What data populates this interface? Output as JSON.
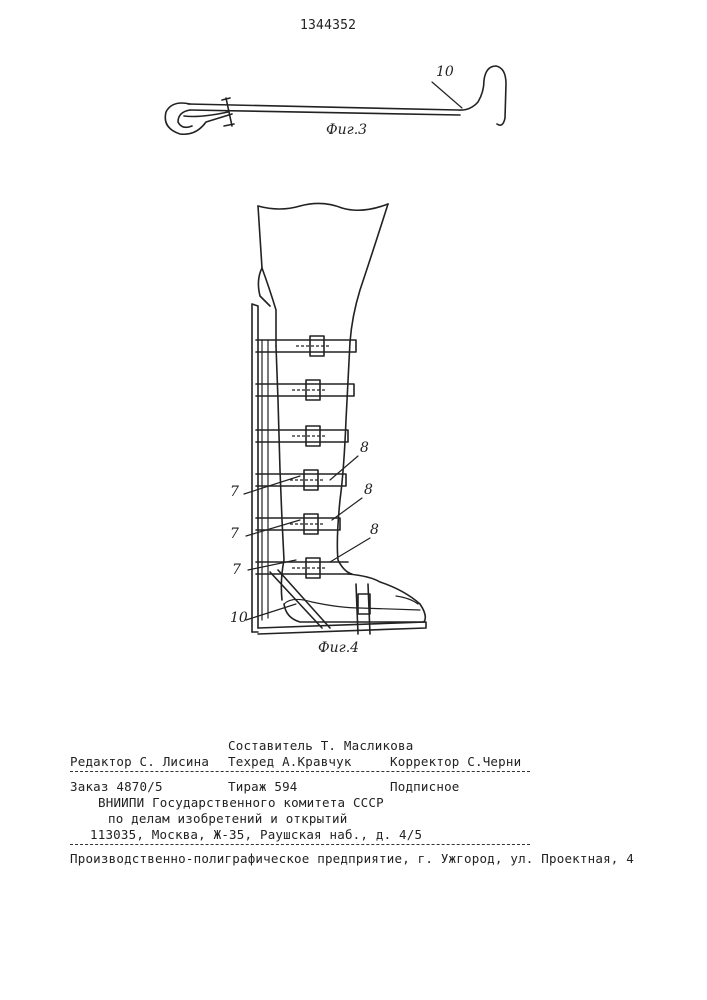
{
  "patent_number": "1344352",
  "figures": {
    "fig3": {
      "caption": "Фиг.3",
      "label_10": "10"
    },
    "fig4": {
      "caption": "Фиг.4",
      "label_8a": "8",
      "label_8b": "8",
      "label_8c": "8",
      "label_7a": "7",
      "label_7b": "7",
      "label_7c": "7",
      "label_10": "10"
    }
  },
  "colophon": {
    "compiler": "Составитель Т. Масликова",
    "editor": "Редактор С. Лисина",
    "techred": "Техред А.Кравчук",
    "corrector": "Корректор С.Черни",
    "order": "Заказ 4870/5",
    "circulation": "Тираж 594",
    "subscription": "Подписное",
    "org_line1": "ВНИИПИ Государственного комитета СССР",
    "org_line2": "по делам изобретений и открытий",
    "address": "113035, Москва, Ж-35, Раушская наб., д. 4/5",
    "printer": "Производственно-полиграфическое предприятие, г. Ужгород, ул. Проектная, 4"
  }
}
